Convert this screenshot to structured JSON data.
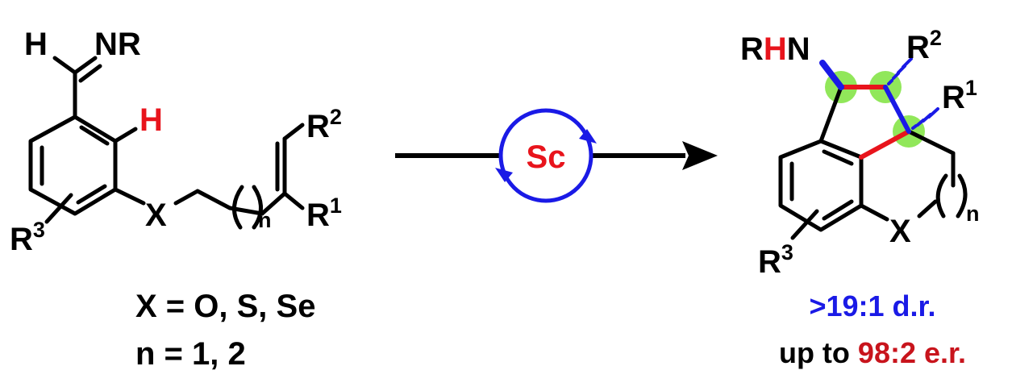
{
  "colors": {
    "bond": "#000000",
    "highlight_red": "#e8141c",
    "highlight_blue": "#1a1ae6",
    "stereo_center": "#7ee33d",
    "er_red": "#c8141c"
  },
  "reactant": {
    "imine_h": "H",
    "imine_nr": "NR",
    "aryl_h": "H",
    "linker_x": "X",
    "chain_n": "n",
    "r1": "R",
    "r1_sup": "1",
    "r2": "R",
    "r2_sup": "2",
    "r3": "R",
    "r3_sup": "3"
  },
  "catalyst": {
    "label": "Sc"
  },
  "product": {
    "amine_r": "R",
    "amine_h": "H",
    "amine_n": "N",
    "r1": "R",
    "r1_sup": "1",
    "r2": "R",
    "r2_sup": "2",
    "r3": "R",
    "r3_sup": "3",
    "linker_x": "X",
    "chain_n": "n"
  },
  "conditions": {
    "x_values": "X = O, S, Se",
    "n_values": "n = 1, 2"
  },
  "selectivity": {
    "dr": ">19:1 d.r.",
    "er_prefix": "up to ",
    "er_value": "98:2 e.r."
  }
}
